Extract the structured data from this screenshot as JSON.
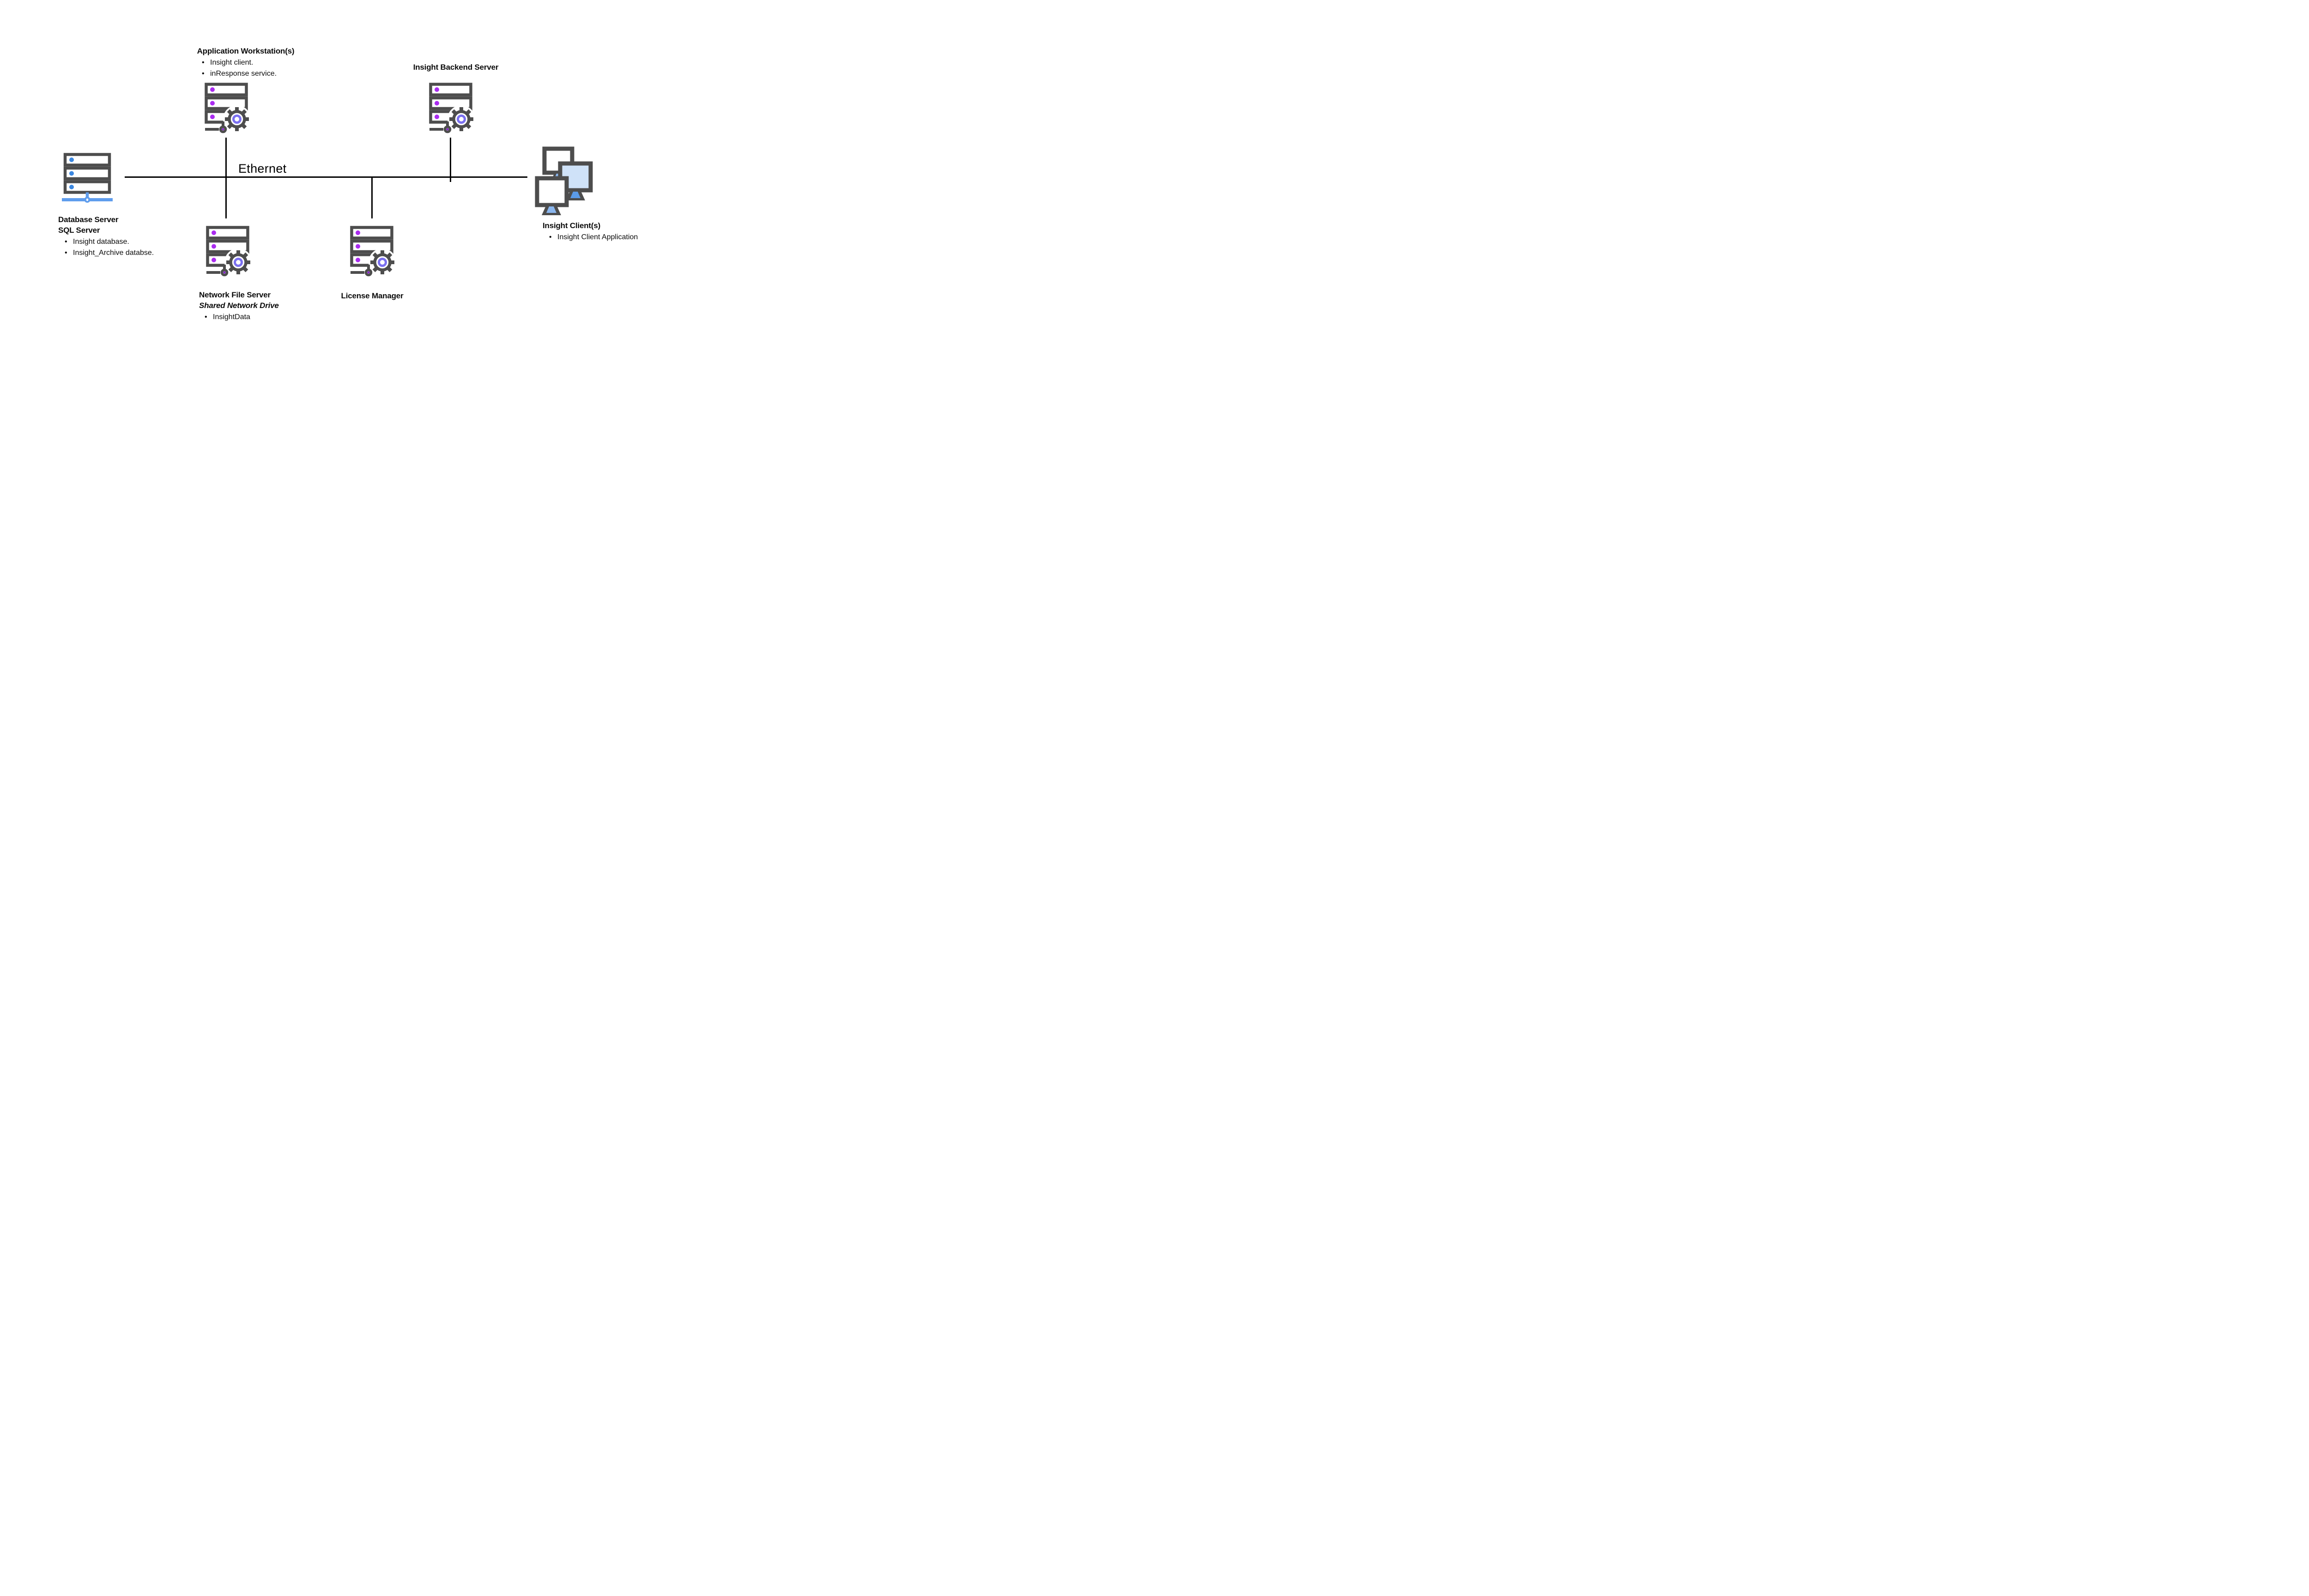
{
  "diagram": {
    "ethernet_label": "Ethernet",
    "bullet_glyph": "•",
    "nodes": {
      "app_workstation": {
        "title": "Application Workstation(s)",
        "icon": "server-gear-icon",
        "bullets": [
          "Insight client.",
          "inResponse service."
        ]
      },
      "backend_server": {
        "title": "Insight Backend Server",
        "icon": "server-gear-icon"
      },
      "database_server": {
        "title": "Database Server",
        "subtitle": "SQL Server",
        "icon": "database-server-icon",
        "bullets": [
          "Insight database.",
          "Insight_Archive databse."
        ]
      },
      "file_server": {
        "title": "Network File Server",
        "subtitle": "Shared Network Drive",
        "icon": "server-gear-icon",
        "bullets": [
          "InsightData"
        ]
      },
      "license_manager": {
        "title": "License Manager",
        "icon": "server-gear-icon"
      },
      "insight_clients": {
        "title": "Insight Client(s)",
        "icon": "monitors-icon",
        "bullets": [
          "Insight Client Application"
        ]
      }
    },
    "colors": {
      "icon_outline": "#4d4d4d",
      "accent_purple": "#aa2cf0",
      "gear_ring_violet": "#7b70f0",
      "node_dot_purple": "#8426c9",
      "accent_blue": "#3b87e0",
      "network_line_blue": "#5f9ded",
      "screen_light_blue": "#cfe2f8",
      "stand_blue": "#5b9be8",
      "bus_line_black": "#000000"
    }
  }
}
